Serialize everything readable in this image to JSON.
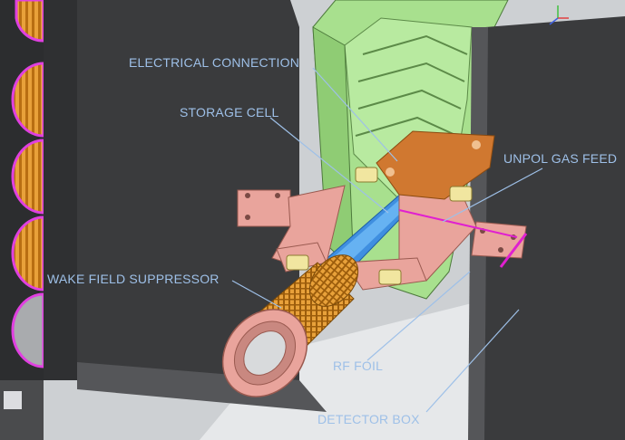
{
  "labels": {
    "electrical_connection": "ELECTRICAL CONNECTION",
    "storage_cell": "STORAGE CELL",
    "unpol_gas_feed": "UNPOL GAS FEED",
    "wake_field_suppressor": "WAKE FIELD SUPPRESSOR",
    "rf_foil": "RF FOIL",
    "detector_box": "DETECTOR BOX"
  },
  "colors": {
    "label_text": "#9ec0e8",
    "leader_line": "#9ec0e8",
    "storage_cell": "#3f8fe0",
    "copper_ring": "#e9a49c",
    "suppressor_coil": "#e8a13a",
    "green_flange": "#a8e08e",
    "dark_plate": "#3a3b3d",
    "gas_feed_line": "#e020d0",
    "coil_edge": "#e040e0"
  },
  "icons": {
    "orientation_axes": "axis-triad-icon"
  }
}
